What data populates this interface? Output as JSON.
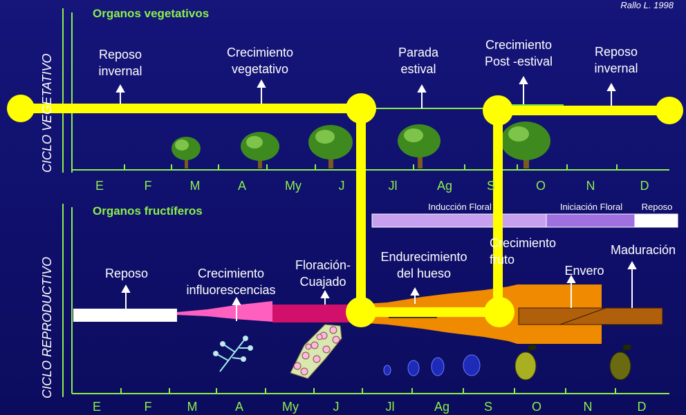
{
  "credit": "Rallo L. 1998",
  "vegetative": {
    "axis_label": "CICLO VEGETATIVO",
    "title": "Organos vegetativos",
    "phases": [
      {
        "line1": "Reposo",
        "line2": "invernal"
      },
      {
        "line1": "Crecimiento",
        "line2": "vegetativo"
      },
      {
        "line1": "Parada",
        "line2": "estival"
      },
      {
        "line1": "Crecimiento",
        "line2": "Post -estival"
      },
      {
        "line1": "Reposo",
        "line2": "invernal"
      }
    ],
    "months": [
      "E",
      "F",
      "M",
      "A",
      "My",
      "J",
      "Jl",
      "Ag",
      "S",
      "O",
      "N",
      "D"
    ]
  },
  "reproductive": {
    "axis_label": "CICLO REPRODUCTIVO",
    "title": "Organos fructíferos",
    "top_bar": [
      "Inducción Floral",
      "Iniciación Floral",
      "Reposo"
    ],
    "phases": [
      {
        "line1": "Reposo",
        "line2": ""
      },
      {
        "line1": "Crecimiento",
        "line2": "influorescencias"
      },
      {
        "line1": "Floración-",
        "line2": "Cuajado"
      },
      {
        "line1": "Endurecimiento",
        "line2": "del hueso"
      },
      {
        "line1": "Crecimiento",
        "line2": "fruto"
      },
      {
        "line1": "Envero",
        "line2": ""
      },
      {
        "line1": "Maduración",
        "line2": ""
      }
    ],
    "months": [
      "E",
      "F",
      "M",
      "A",
      "My",
      "J",
      "Jl",
      "Ag",
      "S",
      "O",
      "N",
      "D"
    ]
  },
  "colors": {
    "axis": "#8cf04a",
    "highlight": "#ffff00",
    "induccion": "#c8a0f0",
    "iniciacion": "#a070e0",
    "pink": "#ff60c0",
    "magenta": "#d0106a",
    "orange": "#f08a00",
    "brown": "#b0600a"
  }
}
